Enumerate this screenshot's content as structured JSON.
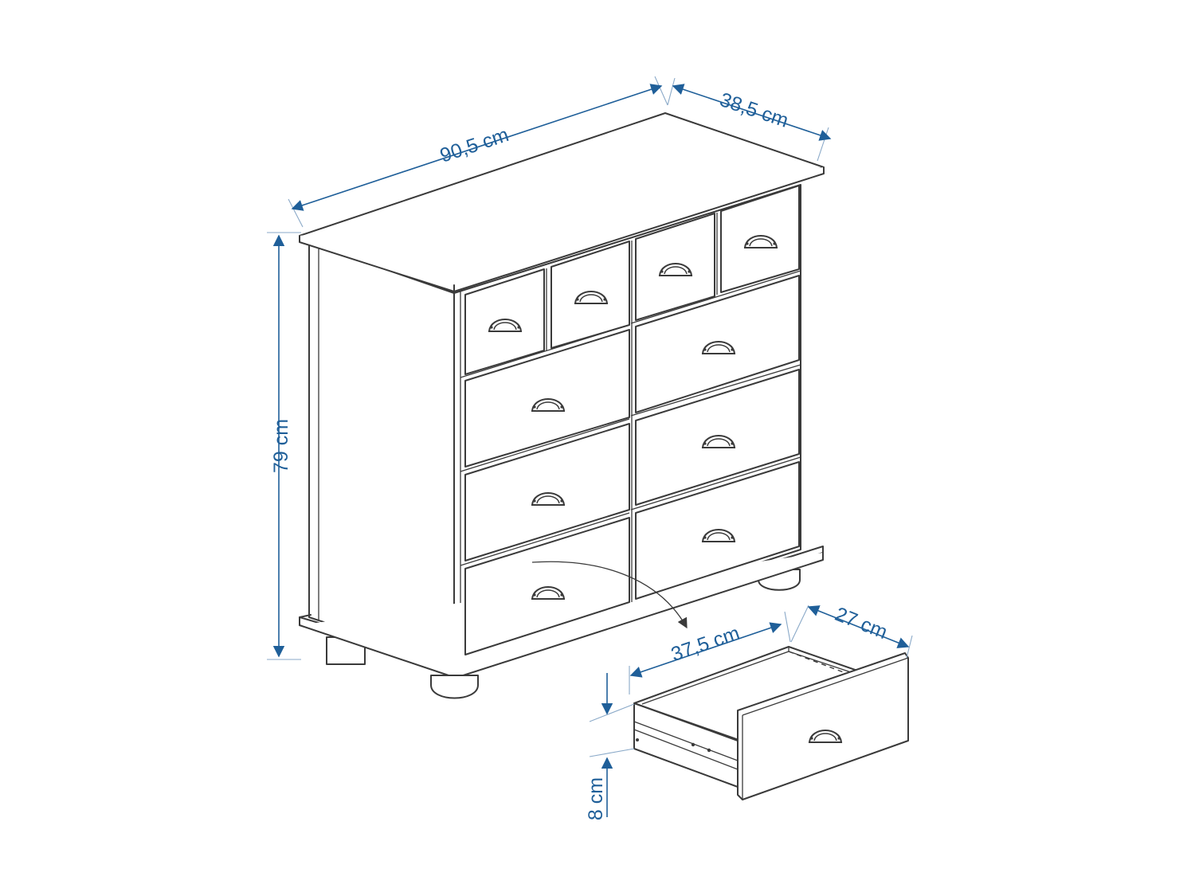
{
  "dimensions": {
    "width": "90,5 cm",
    "depth": "38,5 cm",
    "height": "79 cm",
    "drawer_width": "37,5 cm",
    "drawer_depth": "27 cm",
    "drawer_height": "8 cm"
  },
  "colors": {
    "dimension_line": "#1f5f99",
    "outline": "#3a3a3a",
    "background": "#ffffff"
  },
  "icons": [
    "cup-handle-icon"
  ]
}
